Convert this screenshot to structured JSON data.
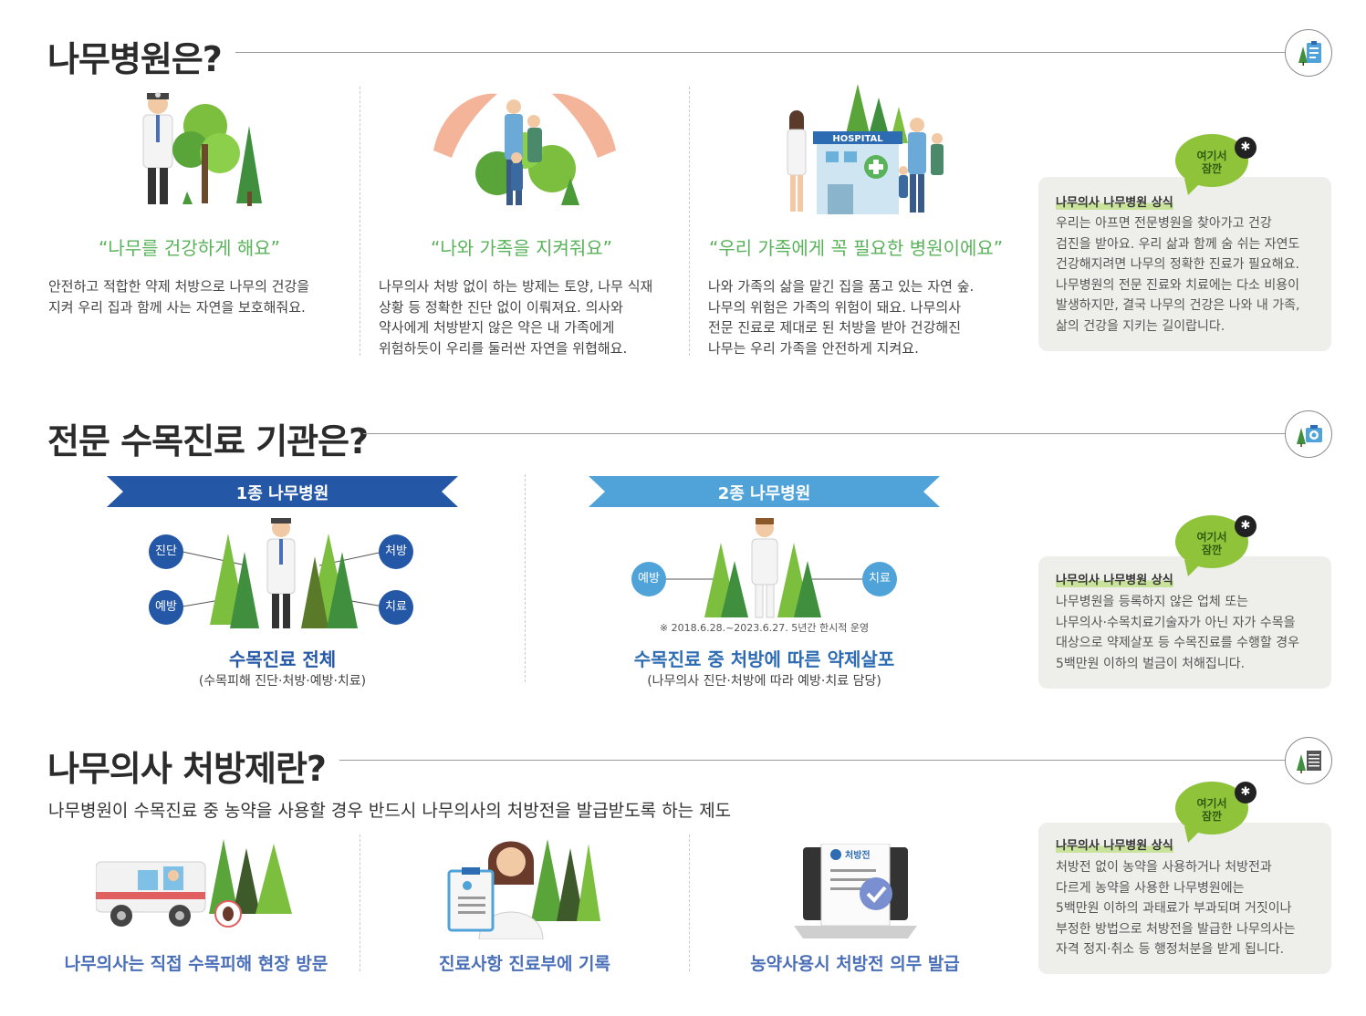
{
  "section1": {
    "title": "나무병원은?",
    "items": [
      {
        "quote": "“나무를 건강하게 해요”",
        "text": "안전하고 적합한 약제 처방으로 나무의 건강을\n지켜 우리 집과 함께 사는 자연을 보호해줘요."
      },
      {
        "quote": "“나와 가족을 지켜줘요”",
        "text": "나무의사 처방 없이 하는 방제는 토양, 나무 식재\n상황 등 정확한 진단 없이 이뤄져요. 의사와\n약사에게 처방받지 않은 약은 내 가족에게\n위험하듯이 우리를 둘러싼 자연을 위협해요."
      },
      {
        "quote": "“우리 가족에게 꼭 필요한 병원이에요”",
        "text": "나와 가족의 삶을 맡긴 집을 품고 있는 자연 숲.\n나무의 위험은 가족의 위험이 돼요. 나무의사\n전문 진료로 제대로 된 처방을 받아 건강해진\n나무는 우리 가족을 안전하게 지켜요."
      }
    ],
    "hospital_sign": "HOSPITAL",
    "info": {
      "bubble": "여기서\n잠깐",
      "title": "나무의사 나무병원 상식",
      "text": "우리는 아프면 전문병원을 찾아가고 건강\n검진을 받아요. 우리 삶과 함께 숨 쉬는 자연도\n건강해지려면 나무의 정확한 진료가 필요해요.\n나무병원의 전문 진료와 치료에는 다소 비용이\n발생하지만, 결국 나무의 건강은 나와 내 가족,\n삶의 건강을 지키는 길이랍니다."
    }
  },
  "section2": {
    "title": "전문 수목진료 기관은?",
    "type1": {
      "ribbon": "1종 나무병원",
      "labels": [
        "진단",
        "처방",
        "예방",
        "치료"
      ],
      "caption": "수목진료 전체",
      "sub": "(수목피해 진단·처방·예방·치료)"
    },
    "type2": {
      "ribbon": "2종 나무병원",
      "labels": [
        "예방",
        "치료"
      ],
      "note": "※ 2018.6.28.~2023.6.27. 5년간 한시적 운영",
      "caption": "수목진료 중 처방에 따른 약제살포",
      "sub": "(나무의사 진단·처방에 따라 예방·치료 담당)"
    },
    "info": {
      "bubble": "여기서\n잠깐",
      "title": "나무의사 나무병원 상식",
      "text": "나무병원을 등록하지 않은 업체 또는\n나무의사·수목치료기술자가 아닌 자가 수목을\n대상으로 약제살포 등 수목진료를 수행할 경우\n5백만원 이하의 벌금이 처해집니다."
    }
  },
  "section3": {
    "title": "나무의사 처방제란?",
    "subtitle": "나무병원이 수목진료 중 농약을 사용할 경우 반드시 나무의사의 처방전을 발급받도록 하는 제도",
    "captions": [
      "나무의사는 직접 수목피해 현장 방문",
      "진료사항 진료부에 기록",
      "농약사용시 처방전 의무 발급"
    ],
    "prescription_label": "처방전",
    "info": {
      "bubble": "여기서\n잠깐",
      "title": "나무의사 나무병원 상식",
      "text": "처방전 없이 농약을 사용하거나 처방전과\n다르게 농약을 사용한 나무병원에는\n5백만원 이하의 과태료가 부과되며 거짓이나\n부정한 방법으로 처방전을 발급한 나무의사는\n자격 정지·취소 등 행정처분을 받게 됩니다."
    }
  },
  "colors": {
    "green_text": "#59b35a",
    "ribbon1": "#2457a6",
    "ribbon2": "#4fa3d8",
    "caption2": "#2d6bb3",
    "bubble": "#8fc33a"
  }
}
